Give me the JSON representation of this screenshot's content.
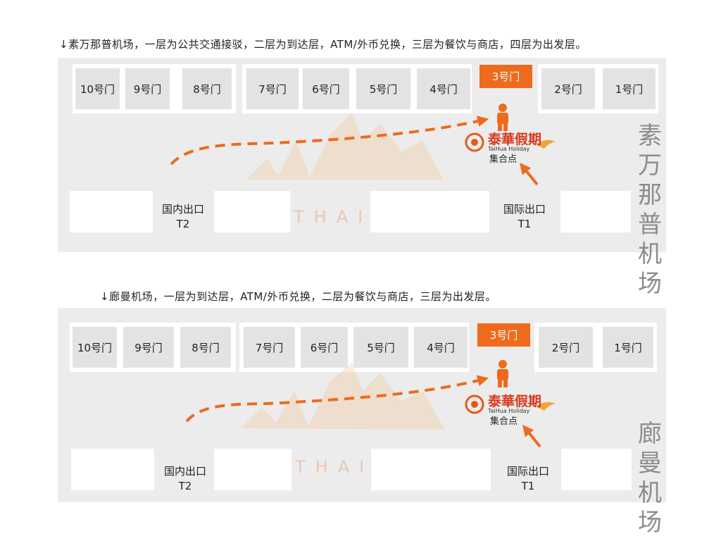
{
  "suvarnabhumi": {
    "caption": "↓素万那普机场，一层为公共交通接驳，二层为到达层，ATM/外币兑换，三层为餐饮与商店，四层为出发层。",
    "vertical_title": [
      "素",
      "万",
      "那",
      "普",
      "机",
      "场"
    ],
    "gates": [
      "10号门",
      "9号门",
      "8号门",
      "7号门",
      "6号门",
      "5号门",
      "4号门",
      "3号门",
      "2号门",
      "1号门"
    ],
    "highlight_gate": "3号门",
    "exit_domestic": {
      "label": "国内出口",
      "terminal": "T2"
    },
    "exit_international": {
      "label": "国际出口",
      "terminal": "T1"
    },
    "meeting_point": "集合点",
    "brand_cn": "泰華假期",
    "brand_en": "TaiHua Holiday",
    "watermark": "THAIL"
  },
  "donmueang": {
    "caption": "↓廊曼机场，一层为到达层，ATM/外币兑换，二层为餐饮与商店，三层为出发层。",
    "vertical_title": [
      "廊",
      "曼",
      "机",
      "场"
    ],
    "gates": [
      "10号门",
      "9号门",
      "8号门",
      "7号门",
      "6号门",
      "5号门",
      "4号门",
      "3号门",
      "2号门",
      "1号门"
    ],
    "highlight_gate": "3号门",
    "exit_domestic": {
      "label": "国内出口",
      "terminal": "T2"
    },
    "exit_international": {
      "label": "国际出口",
      "terminal": "T1"
    },
    "meeting_point": "集合点",
    "brand_cn": "泰華假期",
    "brand_en": "TaiHua Holiday",
    "watermark": "THAIL"
  },
  "colors": {
    "accent": "#ee6a1c",
    "panel": "#ececec",
    "gate": "#e3e3e3",
    "title_gray": "#8c8c8c",
    "brand_red": "#d9381e"
  },
  "icons": [
    "person-icon",
    "arrow-icon",
    "brand-logo-icon",
    "dashed-route"
  ]
}
